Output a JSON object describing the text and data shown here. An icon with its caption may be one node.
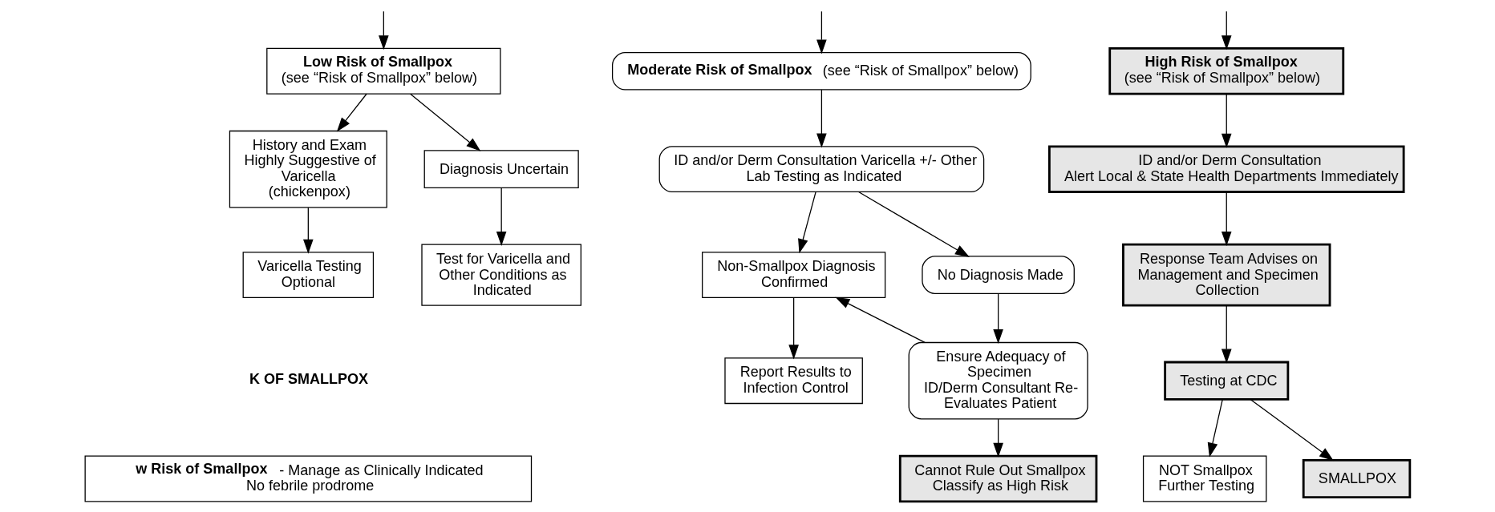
{
  "diagram": {
    "nodes": [
      {
        "text": [
          "**Low Risk of Smallpox**",
          "(see “Risk of Smallpox” below)"
        ]
      },
      {
        "text": [
          "History and Exam Highly Suggestive of Varicella (chickenpox)"
        ]
      },
      {
        "text": [
          "Diagnosis Uncertain"
        ]
      },
      {
        "text": [
          "Varicella Testing Optional"
        ]
      },
      {
        "text": [
          "Test for Varicella and Other Conditions as Indicated"
        ]
      },
      {
        "text": [
          "**Moderate Risk of Smallpox** (see “Risk of Smallpox” below)"
        ]
      },
      {
        "text": [
          "ID and/or Derm Consultation Varicella +/- Other Lab Testing as Indicated"
        ]
      },
      {
        "text": [
          "Non-Smallpox Diagnosis Confirmed"
        ]
      },
      {
        "text": [
          "No Diagnosis Made"
        ]
      },
      {
        "text": [
          "Report Results to Infection Control"
        ]
      },
      {
        "text": [
          "Ensure Adequacy of Specimen",
          "ID/Derm Consultant Re-Evaluates Patient"
        ]
      },
      {
        "text": [
          "Cannot Rule Out Smallpox",
          "Classify as High Risk"
        ]
      },
      {
        "text": [
          "**High Risk of Smallpox**",
          "(see “Risk of Smallpox” below)"
        ]
      },
      {
        "text": [
          "ID and/or Derm Consultation",
          "Alert Local & State Health Departments Immediately"
        ]
      },
      {
        "text": [
          "Response Team Advises on Management and Specimen Collection"
        ]
      },
      {
        "text": [
          "Testing at CDC"
        ]
      },
      {
        "text": [
          "NOT Smallpox",
          "Further Testing"
        ]
      },
      {
        "text": [
          "SMALLPOX"
        ]
      },
      {
        "text": [
          "**w Risk of Smallpox** - Manage as Clinically Indicated",
          "No febrile prodrome"
        ]
      }
    ],
    "edges": [
      {
        "from": null,
        "to": 0,
        "arrow": "to"
      },
      {
        "from": 0,
        "to": 1,
        "arrow": "to"
      },
      {
        "from": 0,
        "to": 2,
        "arrow": "to"
      },
      {
        "from": 1,
        "to": 3,
        "arrow": "to"
      },
      {
        "from": 2,
        "to": 4,
        "arrow": "to"
      },
      {
        "from": null,
        "to": 5,
        "arrow": "to"
      },
      {
        "from": 5,
        "to": 6,
        "arrow": "to"
      },
      {
        "from": 6,
        "to": 7,
        "arrow": "to"
      },
      {
        "from": 6,
        "to": 8,
        "arrow": "to"
      },
      {
        "from": 7,
        "to": 9,
        "arrow": "to"
      },
      {
        "from": 8,
        "to": 10,
        "arrow": "to"
      },
      {
        "from": 10,
        "to": 7,
        "arrow": "to"
      },
      {
        "from": 10,
        "to": 11,
        "arrow": "to"
      },
      {
        "from": null,
        "to": 12,
        "arrow": "to"
      },
      {
        "from": 12,
        "to": 13,
        "arrow": "to"
      },
      {
        "from": 13,
        "to": 14,
        "arrow": "to"
      },
      {
        "from": 14,
        "to": 15,
        "arrow": "to"
      },
      {
        "from": 15,
        "to": 16,
        "arrow": "to"
      },
      {
        "from": 15,
        "to": 17,
        "arrow": "to"
      }
    ],
    "labels": [
      "K OF SMALLPOX"
    ]
  }
}
